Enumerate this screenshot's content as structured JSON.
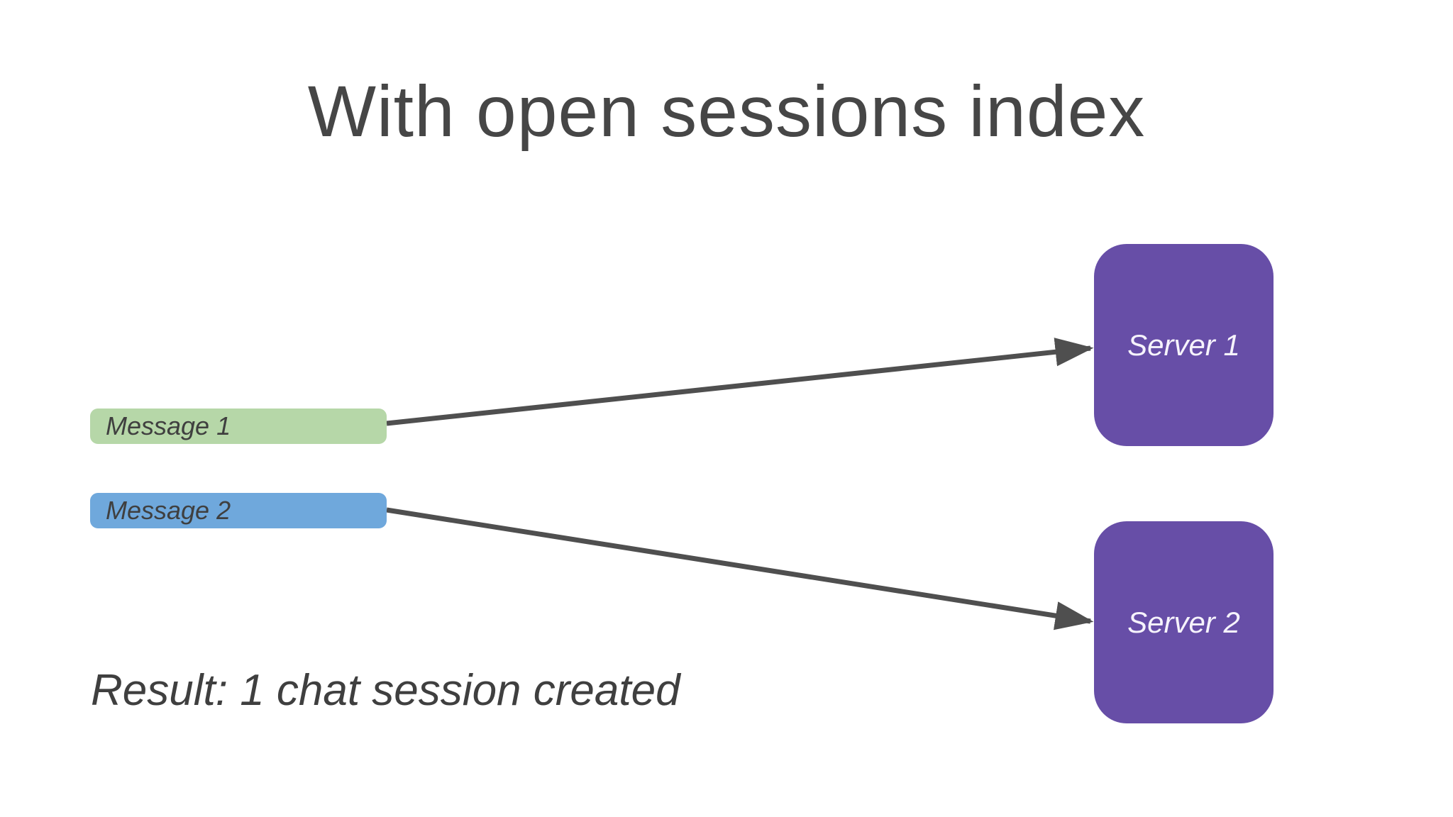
{
  "slide": {
    "title": "With open sessions index",
    "result_text": "Result: 1 chat session created"
  },
  "messages": [
    {
      "label": "Message 1",
      "fill": "#b6d7a8"
    },
    {
      "label": "Message 2",
      "fill": "#6fa8dc"
    }
  ],
  "servers": [
    {
      "label": "Server 1",
      "fill": "#674ea7"
    },
    {
      "label": "Server 2",
      "fill": "#674ea7"
    }
  ],
  "arrows": [
    {
      "from": "Message 1",
      "to": "Server 1"
    },
    {
      "from": "Message 2",
      "to": "Server 2"
    }
  ],
  "colors": {
    "background": "#ffffff",
    "title_text": "#464646",
    "body_text": "#3f3f3f",
    "server_text": "#f6f3fc",
    "arrow": "#4f4f4f"
  }
}
